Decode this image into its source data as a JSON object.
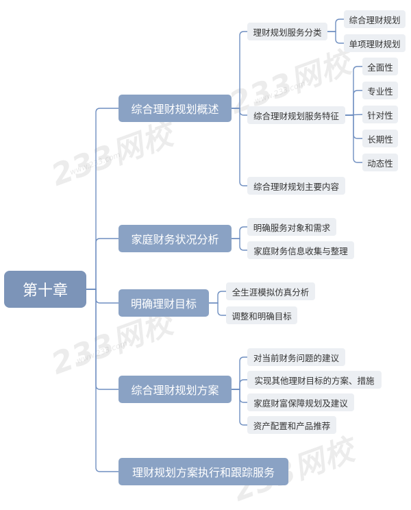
{
  "root": {
    "label": "第十章"
  },
  "branches": [
    {
      "label": "综合理财规划概述",
      "children": [
        {
          "label": "理财规划服务分类",
          "children": [
            {
              "label": "综合理财规划"
            },
            {
              "label": "单项理财规划"
            }
          ]
        },
        {
          "label": "综合理财规划服务特征",
          "children": [
            {
              "label": "全面性"
            },
            {
              "label": "专业性"
            },
            {
              "label": "针对性"
            },
            {
              "label": "长期性"
            },
            {
              "label": "动态性"
            }
          ]
        },
        {
          "label": "综合理财规划主要内容"
        }
      ]
    },
    {
      "label": "家庭财务状况分析",
      "children": [
        {
          "label": "明确服务对象和需求"
        },
        {
          "label": "家庭财务信息收集与整理"
        }
      ]
    },
    {
      "label": "明确理财目标",
      "children": [
        {
          "label": "全生涯模拟仿真分析"
        },
        {
          "label": "调整和明确目标"
        }
      ]
    },
    {
      "label": "综合理财规划方案",
      "children": [
        {
          "label": "对当前财务问题的建议"
        },
        {
          "label": "实现其他理财目标的方案、措施"
        },
        {
          "label": "家庭财富保障规划及建议"
        },
        {
          "label": "资产配置和产品推荐"
        }
      ]
    },
    {
      "label": "理财规划方案执行和跟踪服务"
    }
  ],
  "watermark": {
    "text": "233网校",
    "subtext": "www.233.com"
  },
  "colors": {
    "line": "#6e8ec0",
    "root": "#7c94b8",
    "branch": "#8aa2c4",
    "leaf": "#eceff3"
  }
}
